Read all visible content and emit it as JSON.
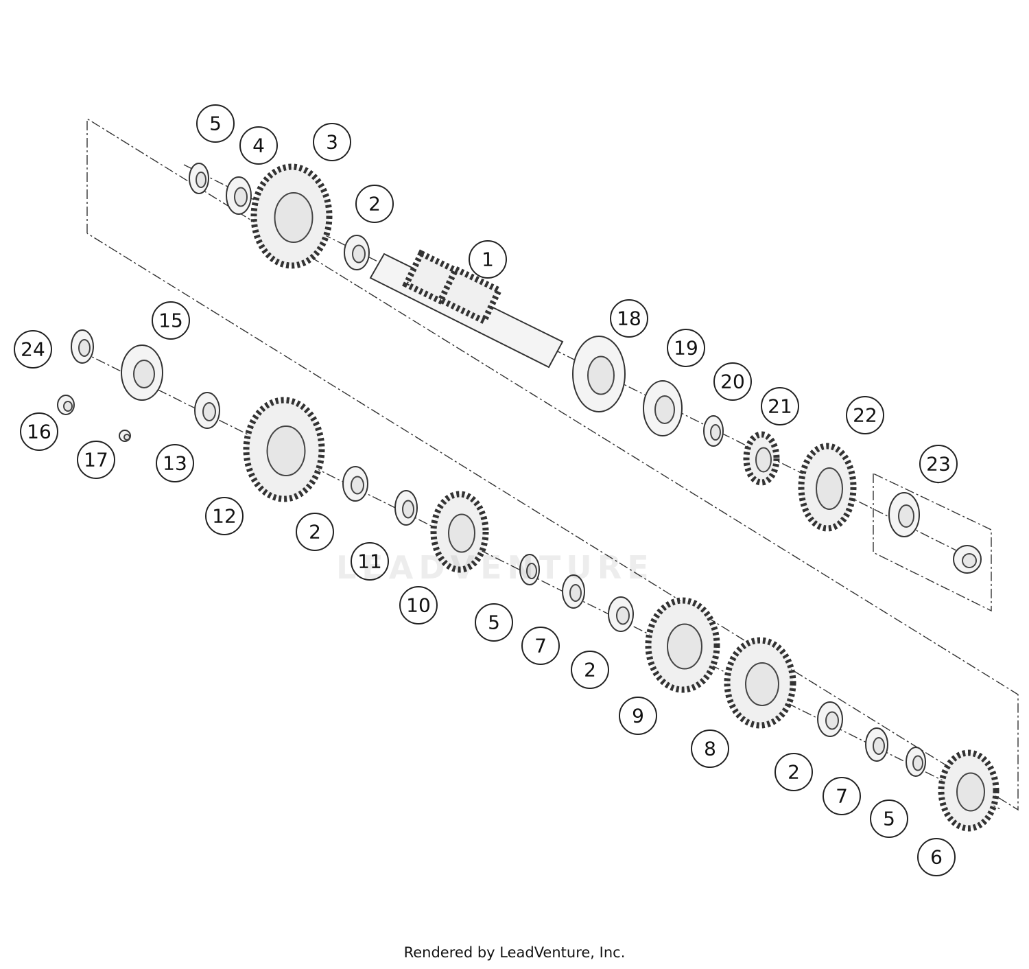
{
  "diagram": {
    "callouts": [
      "5",
      "4",
      "3",
      "2",
      "1",
      "18",
      "19",
      "20",
      "21",
      "22",
      "23",
      "15",
      "24",
      "16",
      "17",
      "13",
      "12",
      "2",
      "11",
      "10",
      "5",
      "7",
      "2",
      "9",
      "8",
      "2",
      "7",
      "5",
      "6"
    ]
  },
  "watermark": "LEADVENTURE",
  "footer": "Rendered by LeadVenture, Inc."
}
